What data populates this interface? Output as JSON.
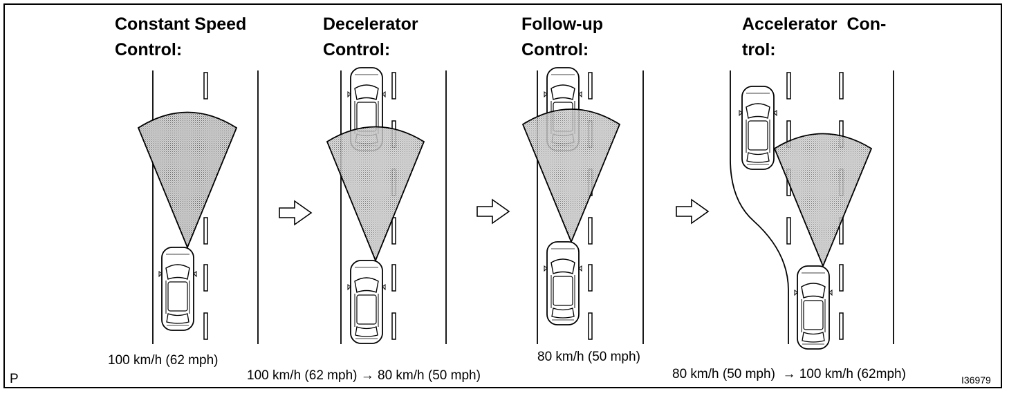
{
  "panels": [
    {
      "title_line1": "Constant Speed",
      "title_line2": "Control:",
      "speed": "100 km/h (62 mph)"
    },
    {
      "title_line1": "Decelerator",
      "title_line2": "Control:",
      "speed": "100 km/h (62 mph) → 80 km/h (50 mph)"
    },
    {
      "title_line1": "Follow-up",
      "title_line2": "Control:",
      "speed": "80 km/h (50 mph)"
    },
    {
      "title_line1": "Accelerator  Con-",
      "title_line2": "trol:",
      "speed": "80 km/h (50 mph)  → 100 km/h (62mph)"
    }
  ],
  "corner_label": "P",
  "figure_code": "I36979",
  "colors": {
    "radar_fill": "#c4c4c4",
    "line": "#000000",
    "background": "#ffffff"
  },
  "icons": [
    "car-icon",
    "radar-beam-icon",
    "arrow-right-icon"
  ]
}
